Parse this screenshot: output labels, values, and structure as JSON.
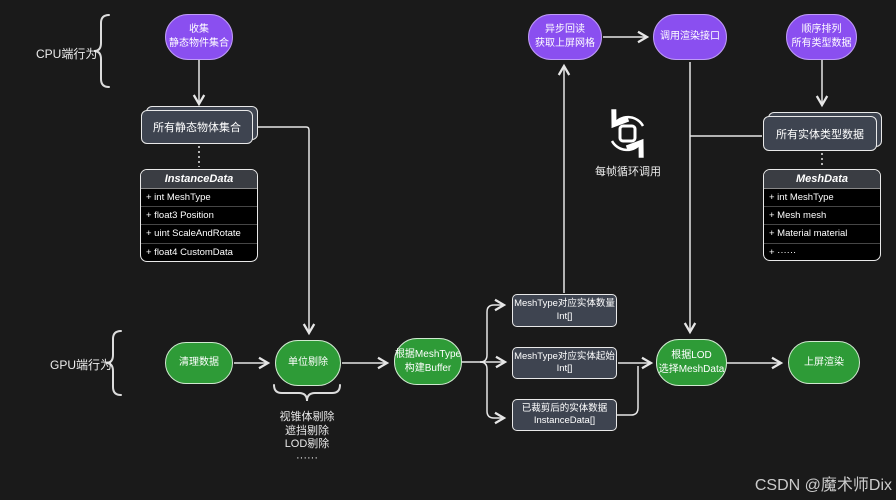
{
  "theme": {
    "background": "#1a1a1a",
    "purple_fill": "#8a4ff0",
    "purple_border": "#bf9bf7",
    "green_fill": "#2e9b37",
    "green_border": "#cfe9cf",
    "box_fill": "#3e4450",
    "connector": "#e6e6e6"
  },
  "labels": {
    "cpu_side": "CPU端行为",
    "gpu_side": "GPU端行为",
    "loop_caption": "每帧循环调用",
    "watermark": "CSDN @魔术师Dix"
  },
  "cpu_flow": {
    "collect": {
      "line1": "收集",
      "line2": "静态物件集合"
    },
    "async_readback": {
      "line1": "异步回读",
      "line2": "获取上屏网格"
    },
    "call_render": {
      "line1": "调用渲染接口"
    },
    "sort_types": {
      "line1": "顺序排列",
      "line2": "所有类型数据"
    },
    "static_stack": "所有静态物体集合",
    "entity_stack": "所有实体类型数据"
  },
  "classes": {
    "instance_data": {
      "title": "InstanceData",
      "rows": [
        "+ int MeshType",
        "+ float3 Position",
        "+ uint ScaleAndRotate",
        "+ float4 CustomData"
      ]
    },
    "mesh_data": {
      "title": "MeshData",
      "rows": [
        "+ int MeshType",
        "+ Mesh mesh",
        "+ Material material",
        "+ ······"
      ]
    }
  },
  "gpu_flow": {
    "clear": {
      "line1": "清理数据"
    },
    "cull": {
      "line1": "单位剔除"
    },
    "build_buffer": {
      "line1": "根据MeshType",
      "line2": "构建Buffer"
    },
    "select_lod": {
      "line1": "根据LOD",
      "line2": "选择MeshData"
    },
    "present": {
      "line1": "上屏渲染"
    }
  },
  "buffers": {
    "count": {
      "line1": "MeshType对应实体数量",
      "line2": "Int[]"
    },
    "start": {
      "line1": "MeshType对应实体起始",
      "line2": "Int[]"
    },
    "culled": {
      "line1": "已裁剪后的实体数据",
      "line2": "InstanceData[]"
    }
  },
  "cull_methods": [
    "视锥体剔除",
    "遮挡剔除",
    "LOD剔除",
    "······"
  ]
}
